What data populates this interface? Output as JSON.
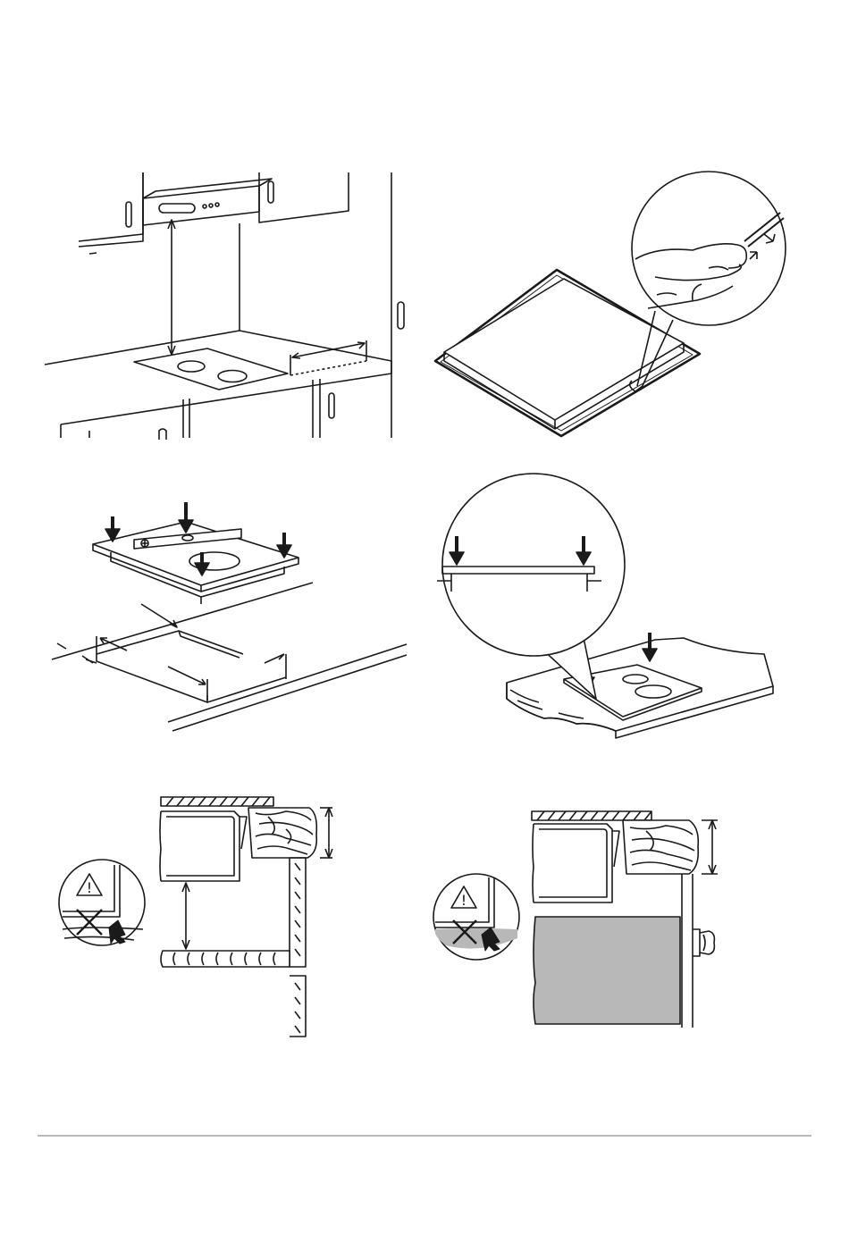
{
  "page": {
    "background": "#ffffff",
    "line_color": "#1a1a1a",
    "rule_color": "#b9b9b9",
    "cabinet_fill": "#b8b8b8"
  },
  "figures": [
    {
      "id": "fig-hood-clearance",
      "icons": [
        "cooker-hood",
        "hob",
        "wall-cabinet",
        "dimension-arrow-icon"
      ]
    },
    {
      "id": "fig-seal-strip",
      "icons": [
        "hob-upside-down",
        "seal-strip",
        "hand-press-icon",
        "magnifier-callout"
      ]
    },
    {
      "id": "fig-cutout-install",
      "icons": [
        "spirit-level-icon",
        "press-down-arrow-icon",
        "worktop-cutout",
        "dimension-arrow-icon"
      ]
    },
    {
      "id": "fig-press-into-worktop",
      "icons": [
        "magnifier-callout",
        "press-down-arrow-icon",
        "hob",
        "worktop"
      ]
    },
    {
      "id": "fig-section-shelf",
      "icons": [
        "warning-triangle-icon",
        "cross-icon",
        "pointer-arrow-icon",
        "wood-panel",
        "dimension-arrow-icon"
      ]
    },
    {
      "id": "fig-section-oven",
      "icons": [
        "warning-triangle-icon",
        "cross-icon",
        "pointer-arrow-icon",
        "oven-cabinet",
        "knob-icon",
        "dimension-arrow-icon"
      ]
    }
  ],
  "warnings": [
    {
      "symbol": "!"
    },
    {
      "symbol": "!"
    }
  ]
}
